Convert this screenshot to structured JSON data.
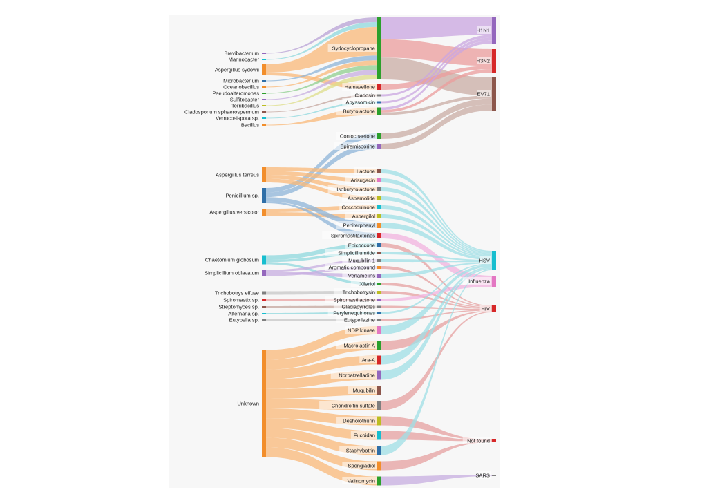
{
  "colors": {
    "panel_bg": "#f7f7f7",
    "orange": "#f28e2b",
    "flow_orange": "#f9b878",
    "blue": "#2f6fa8",
    "teal": "#3cc6cf",
    "purple": "#9467bd",
    "lilac": "#b17fd6",
    "red": "#d62728",
    "brown": "#8c564b",
    "pink": "#e377c2",
    "gray": "#7f7f7f",
    "olive": "#bcbd22",
    "green": "#2ca02c",
    "cyan": "#17becf"
  },
  "sources": [
    {
      "label": "Brevibacterium",
      "color": "#9467bd"
    },
    {
      "label": "Marinobacter",
      "color": "#17becf"
    },
    {
      "label": "Aspergillus sydowii",
      "color": "#f28e2b"
    },
    {
      "label": "Microbacterium",
      "color": "#2f6fa8"
    },
    {
      "label": "Oceanobacillus",
      "color": "#f28e2b"
    },
    {
      "label": "Pseudoalteromonas",
      "color": "#2ca02c"
    },
    {
      "label": "Sulfitobacter",
      "color": "#9467bd"
    },
    {
      "label": "Terribacillus",
      "color": "#bcbd22"
    },
    {
      "label": "Cladosporium sphaerospermum",
      "color": "#8c564b"
    },
    {
      "label": "Verrucosispora sp.",
      "color": "#17becf"
    },
    {
      "label": "Bacillus",
      "color": "#f28e2b"
    },
    {
      "label": "Aspergillus terreus",
      "color": "#f28e2b"
    },
    {
      "label": "Penicillium sp.",
      "color": "#2f6fa8"
    },
    {
      "label": "Aspergillus versicolor",
      "color": "#f28e2b"
    },
    {
      "label": "Chaetomium globosum",
      "color": "#17becf"
    },
    {
      "label": "Simplicillium oblavatum",
      "color": "#9467bd"
    },
    {
      "label": "Trichobotrys effuse",
      "color": "#7f7f7f"
    },
    {
      "label": "Spiromastix sp.",
      "color": "#d62728"
    },
    {
      "label": "Streptomyces sp.",
      "color": "#8c564b"
    },
    {
      "label": "Alternaria sp.",
      "color": "#17becf"
    },
    {
      "label": "Eutypella sp.",
      "color": "#7f7f7f"
    },
    {
      "label": "Unknown",
      "color": "#f28e2b"
    }
  ],
  "compounds": [
    {
      "label": "Sydocyclopropane",
      "color": "#2ca02c"
    },
    {
      "label": "Hamavellone",
      "color": "#d62728"
    },
    {
      "label": "Cladosin",
      "color": "#7f7f7f"
    },
    {
      "label": "Abyssomicin",
      "color": "#2f6fa8"
    },
    {
      "label": "Butyrolactone",
      "color": "#2ca02c"
    },
    {
      "label": "Coniochaetone",
      "color": "#2ca02c"
    },
    {
      "label": "Epiremisporine",
      "color": "#9467bd"
    },
    {
      "label": "Lactone",
      "color": "#8c564b"
    },
    {
      "label": "Arisugacin",
      "color": "#e377c2"
    },
    {
      "label": "Isobutyrolactone",
      "color": "#7f7f7f"
    },
    {
      "label": "Aspernolide",
      "color": "#bcbd22"
    },
    {
      "label": "Coccoquinone",
      "color": "#17becf"
    },
    {
      "label": "Aspergilol",
      "color": "#bcbd22"
    },
    {
      "label": "Peniterphenyl",
      "color": "#f28e2b"
    },
    {
      "label": "Spiromastilactones",
      "color": "#d62728"
    },
    {
      "label": "Epicoccone",
      "color": "#2f6fa8"
    },
    {
      "label": "Simplicilliumtide",
      "color": "#8c564b"
    },
    {
      "label": "Muqubilin 1",
      "color": "#7f7f7f"
    },
    {
      "label": "Aromatic compound",
      "color": "#f28e2b"
    },
    {
      "label": "Verlamelins",
      "color": "#9467bd"
    },
    {
      "label": "Xilariol",
      "color": "#2ca02c"
    },
    {
      "label": "Trichobotrysin",
      "color": "#bcbd22"
    },
    {
      "label": "Spiromastilactone",
      "color": "#9467bd"
    },
    {
      "label": "Glaciapyrroles",
      "color": "#7f7f7f"
    },
    {
      "label": "Perylenequinones",
      "color": "#2f6fa8"
    },
    {
      "label": "Eutypellazine",
      "color": "#7f7f7f"
    },
    {
      "label": "NDP kinase",
      "color": "#e377c2"
    },
    {
      "label": "Macrolactin A",
      "color": "#2ca02c"
    },
    {
      "label": "Ara-A",
      "color": "#d62728"
    },
    {
      "label": "Norbatzelladine",
      "color": "#9467bd"
    },
    {
      "label": "Muqubilin",
      "color": "#8c564b"
    },
    {
      "label": "Chondroitin sulfate",
      "color": "#7f7f7f"
    },
    {
      "label": "Desholothurin",
      "color": "#bcbd22"
    },
    {
      "label": "Fucoidan",
      "color": "#17becf"
    },
    {
      "label": "Stachybotrin",
      "color": "#2f6fa8"
    },
    {
      "label": "Spongiadiol",
      "color": "#f28e2b"
    },
    {
      "label": "Valinomycin",
      "color": "#2ca02c"
    }
  ],
  "viruses": [
    {
      "label": "H1N1",
      "color": "#9467bd"
    },
    {
      "label": "H3N2",
      "color": "#d62728"
    },
    {
      "label": "EV71",
      "color": "#8c564b"
    },
    {
      "label": "HSV",
      "color": "#17becf"
    },
    {
      "label": "Influenza",
      "color": "#e377c2"
    },
    {
      "label": "HIV",
      "color": "#d62728"
    },
    {
      "label": "Not found",
      "color": "#d62728"
    },
    {
      "label": "SARS",
      "color": "#7f7f7f"
    }
  ],
  "links_left": [
    [
      "Brevibacterium",
      "Sydocyclopropane",
      1,
      "#b8a2d6"
    ],
    [
      "Marinobacter",
      "Sydocyclopropane",
      1,
      "#8fd8de"
    ],
    [
      "Aspergillus sydowii",
      "Sydocyclopropane",
      6,
      "#f9b878"
    ],
    [
      "Aspergillus sydowii",
      "Hamavellone",
      2,
      "#f9b878"
    ],
    [
      "Microbacterium",
      "Sydocyclopropane",
      1,
      "#8db4d8"
    ],
    [
      "Oceanobacillus",
      "Sydocyclopropane",
      1,
      "#f9b878"
    ],
    [
      "Pseudoalteromonas",
      "Sydocyclopropane",
      1,
      "#8fcf8f"
    ],
    [
      "Sulfitobacter",
      "Sydocyclopropane",
      1,
      "#c7aee0"
    ],
    [
      "Terribacillus",
      "Sydocyclopropane",
      1,
      "#dede8a"
    ],
    [
      "Cladosporium sphaerospermum",
      "Cladosin",
      1,
      "#c4a69e"
    ],
    [
      "Verrucosispora sp.",
      "Abyssomicin",
      1,
      "#8fd8de"
    ],
    [
      "Bacillus",
      "Butyrolactone",
      1,
      "#f9b878"
    ],
    [
      "Penicillium sp.",
      "Coniochaetone",
      3,
      "#8db4d8"
    ],
    [
      "Penicillium sp.",
      "Epiremisporine",
      3,
      "#8db4d8"
    ],
    [
      "Aspergillus terreus",
      "Lactone",
      2,
      "#f9b878"
    ],
    [
      "Aspergillus terreus",
      "Arisugacin",
      2,
      "#f9b878"
    ],
    [
      "Aspergillus terreus",
      "Isobutyrolactone",
      2,
      "#f9b878"
    ],
    [
      "Aspergillus terreus",
      "Aspernolide",
      2,
      "#f9b878"
    ],
    [
      "Aspergillus versicolor",
      "Coccoquinone",
      2,
      "#f9b878"
    ],
    [
      "Aspergillus versicolor",
      "Aspergilol",
      2,
      "#f9b878"
    ],
    [
      "Penicillium sp.",
      "Peniterphenyl",
      3,
      "#8db4d8"
    ],
    [
      "Penicillium sp.",
      "Spiromastilactones",
      1,
      "#8db4d8"
    ],
    [
      "Chaetomium globosum",
      "Epicoccone",
      2,
      "#8fd8de"
    ],
    [
      "Chaetomium globosum",
      "Simplicilliumtide",
      1,
      "#8fd8de"
    ],
    [
      "Chaetomium globosum",
      "Xilariol",
      1,
      "#8fd8de"
    ],
    [
      "Simplicillium oblavatum",
      "Muqubilin 1",
      1,
      "#c7aee0"
    ],
    [
      "Simplicillium oblavatum",
      "Verlamelins",
      1,
      "#c7aee0"
    ],
    [
      "Simplicillium oblavatum",
      "Aromatic compound",
      1,
      "#c7aee0"
    ],
    [
      "Trichobotrys effuse",
      "Trichobotrysin",
      2,
      "#c7c7c7"
    ],
    [
      "Spiromastix sp.",
      "Spiromastilactone",
      1,
      "#e9a3a3"
    ],
    [
      "Streptomyces sp.",
      "Glaciapyrroles",
      1,
      "#c4a69e"
    ],
    [
      "Alternaria sp.",
      "Perylenequinones",
      1,
      "#8fd8de"
    ],
    [
      "Eutypella sp.",
      "Eutypellazine",
      1,
      "#c7c7c7"
    ],
    [
      "Unknown",
      "NDP kinase",
      3,
      "#f9b878"
    ],
    [
      "Unknown",
      "Macrolactin A",
      3,
      "#f9b878"
    ],
    [
      "Unknown",
      "Ara-A",
      3,
      "#f9b878"
    ],
    [
      "Unknown",
      "Norbatzelladine",
      3,
      "#f9b878"
    ],
    [
      "Unknown",
      "Muqubilin",
      3,
      "#f9b878"
    ],
    [
      "Unknown",
      "Chondroitin sulfate",
      3,
      "#f9b878"
    ],
    [
      "Unknown",
      "Desholothurin",
      3,
      "#f9b878"
    ],
    [
      "Unknown",
      "Fucoidan",
      3,
      "#f9b878"
    ],
    [
      "Unknown",
      "Stachybotrin",
      3,
      "#f9b878"
    ],
    [
      "Unknown",
      "Spongiadiol",
      3,
      "#f9b878"
    ],
    [
      "Unknown",
      "Valinomycin",
      3,
      "#f9b878"
    ]
  ],
  "links_right": [
    [
      "Sydocyclopropane",
      "H1N1",
      6,
      "#c9a6e0"
    ],
    [
      "Sydocyclopropane",
      "H3N2",
      5,
      "#eb9c9c"
    ],
    [
      "Sydocyclopropane",
      "EV71",
      6,
      "#c9aca4"
    ],
    [
      "Hamavellone",
      "H3N2",
      1,
      "#eb9c9c"
    ],
    [
      "Cladosin",
      "H1N1",
      1,
      "#c9a6e0"
    ],
    [
      "Abyssomicin",
      "H1N1",
      1,
      "#c9a6e0"
    ],
    [
      "Butyrolactone",
      "H1N1",
      1,
      "#c9a6e0"
    ],
    [
      "Butyrolactone",
      "H3N2",
      1,
      "#eb9c9c"
    ],
    [
      "Butyrolactone",
      "EV71",
      1,
      "#c9aca4"
    ],
    [
      "Coniochaetone",
      "EV71",
      2,
      "#c9aca4"
    ],
    [
      "Epiremisporine",
      "EV71",
      2,
      "#c9aca4"
    ],
    [
      "Lactone",
      "HSV",
      1,
      "#9fdfe6"
    ],
    [
      "Arisugacin",
      "HSV",
      1,
      "#9fdfe6"
    ],
    [
      "Isobutyrolactone",
      "HSV",
      1,
      "#9fdfe6"
    ],
    [
      "Aspernolide",
      "HSV",
      1,
      "#9fdfe6"
    ],
    [
      "Coccoquinone",
      "HSV",
      1,
      "#9fdfe6"
    ],
    [
      "Aspergilol",
      "HSV",
      1,
      "#9fdfe6"
    ],
    [
      "Peniterphenyl",
      "HSV",
      2,
      "#9fdfe6"
    ],
    [
      "Spiromastilactones",
      "Influenza",
      2,
      "#f1b3df"
    ],
    [
      "Epicoccone",
      "HIV",
      1,
      "#e6a0a0"
    ],
    [
      "Simplicilliumtide",
      "HSV",
      1,
      "#9fdfe6"
    ],
    [
      "Muqubilin 1",
      "HSV",
      1,
      "#9fdfe6"
    ],
    [
      "Aromatic compound",
      "HIV",
      1,
      "#e6a0a0"
    ],
    [
      "Verlamelins",
      "HSV",
      1,
      "#9fdfe6"
    ],
    [
      "Xilariol",
      "HIV",
      1,
      "#e6a0a0"
    ],
    [
      "Trichobotrysin",
      "HIV",
      1,
      "#e6a0a0"
    ],
    [
      "Spiromastilactone",
      "Influenza",
      1,
      "#f1b3df"
    ],
    [
      "Glaciapyrroles",
      "HIV",
      1,
      "#e6a0a0"
    ],
    [
      "Perylenequinones",
      "HSV",
      1,
      "#9fdfe6"
    ],
    [
      "Eutypellazine",
      "HIV",
      1,
      "#e6a0a0"
    ],
    [
      "NDP kinase",
      "HSV",
      2,
      "#9fdfe6"
    ],
    [
      "Macrolactin A",
      "HIV",
      1,
      "#e6a0a0"
    ],
    [
      "Ara-A",
      "HSV",
      1,
      "#9fdfe6"
    ],
    [
      "Norbatzelladine",
      "HSV",
      1,
      "#9fdfe6"
    ],
    [
      "Chondroitin sulfate",
      "HIV",
      1,
      "#e6a0a0"
    ],
    [
      "Desholothurin",
      "Not found",
      1,
      "#e6a0a0"
    ],
    [
      "Fucoidan",
      "Not found",
      1,
      "#e6a0a0"
    ],
    [
      "Stachybotrin",
      "HSV",
      1,
      "#9fdfe6"
    ],
    [
      "Spongiadiol",
      "Not found",
      1,
      "#e6a0a0"
    ],
    [
      "Valinomycin",
      "SARS",
      1,
      "#c7aee0"
    ]
  ]
}
